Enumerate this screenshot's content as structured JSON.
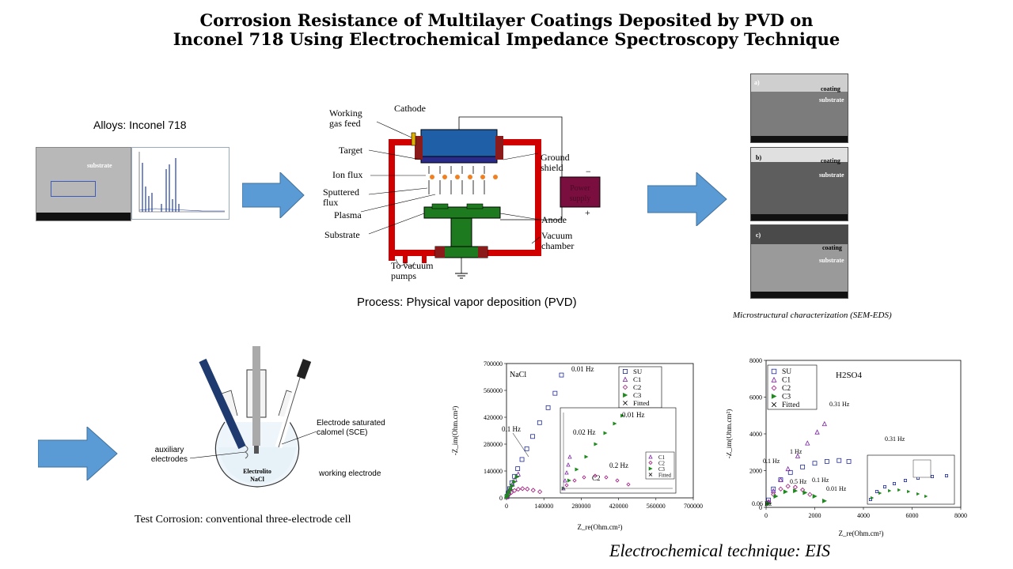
{
  "title": {
    "line1": "Corrosion Resistance of Multilayer Coatings Deposited by PVD on",
    "line2": "Inconel 718 Using Electrochemical Impedance Spectroscopy Technique"
  },
  "alloys": {
    "caption": "Alloys: Inconel 718",
    "sem_label": "substrate"
  },
  "pvd": {
    "caption": "Process: Physical vapor deposition (PVD)",
    "labels": {
      "working_gas": "Working gas feed",
      "cathode": "Cathode",
      "target": "Target",
      "ion_flux": "Ion flux",
      "sputtered_flux": "Sputtered flux",
      "plasma": "Plasma",
      "substrate": "Substrate",
      "ground_shield": "Ground shield",
      "anode": "Anode",
      "vacuum_chamber": "Vacuum chamber",
      "vacuum_pumps": "To vacuum pumps",
      "power_supply": "Power supply",
      "minus": "−",
      "plus": "+"
    }
  },
  "micro": {
    "caption": "Microstructural characterization (SEM-EDS)",
    "panels": [
      {
        "letter": "a)",
        "coating": "coating",
        "substrate": "substrate"
      },
      {
        "letter": "b)",
        "coating": "coating",
        "substrate": "substrate"
      },
      {
        "letter": "c)",
        "coating": "coating",
        "substrate": "substrate"
      }
    ]
  },
  "cell": {
    "caption": "Test Corrosion: conventional three-electrode cell",
    "aux": "auxiliary electrodes",
    "sce": "Electrode saturated calomel (SCE)",
    "working": "working electrode",
    "electrolyte_line1": "Electrolito",
    "electrolyte_line2": "NaCl"
  },
  "eis_caption": "Electrochemical technique: EIS",
  "chart_data": [
    {
      "type": "scatter",
      "title": "NaCl",
      "xlabel": "Z_re(Ohm.cm²)",
      "ylabel": "-Z_im(Ohm.cm²)",
      "xlim": [
        0,
        700000
      ],
      "ylim": [
        0,
        700000
      ],
      "xticks": [
        "0",
        "140000",
        "280000",
        "420000",
        "560000",
        "700000"
      ],
      "yticks": [
        "0",
        "140000",
        "280000",
        "420000",
        "560000",
        "700000"
      ],
      "legend": [
        "SU",
        "C1",
        "C2",
        "C3",
        "Fitted"
      ],
      "legend_position": "top-right",
      "annotations": [
        "0.01 Hz",
        "0.1 Hz"
      ],
      "inset": {
        "legend": [
          "C1",
          "C2",
          "C3",
          "Fitted"
        ],
        "annotations": [
          "0.01 Hz",
          "0.02 Hz",
          "0.2 Hz",
          "C2"
        ]
      },
      "series": [
        {
          "name": "SU",
          "x": [
            2000,
            6000,
            12000,
            20000,
            30000,
            42000,
            58000,
            76000,
            98000,
            124000,
            156000,
            182000,
            206000
          ],
          "y": [
            8000,
            24000,
            48000,
            78000,
            112000,
            152000,
            200000,
            256000,
            320000,
            392000,
            470000,
            545000,
            640000
          ]
        },
        {
          "name": "C1",
          "x": [
            1000,
            4000,
            8000,
            14000,
            22000,
            32000,
            44000
          ],
          "y": [
            6000,
            18000,
            34000,
            52000,
            72000,
            96000,
            124000
          ]
        },
        {
          "name": "C2",
          "x": [
            2000,
            8000,
            18000,
            30000,
            44000,
            60000,
            78000,
            100000,
            125000
          ],
          "y": [
            5000,
            16000,
            28000,
            38000,
            45000,
            48000,
            46000,
            40000,
            32000
          ]
        },
        {
          "name": "C3",
          "x": [
            1000,
            5000,
            10000,
            16000,
            22000,
            30000,
            40000
          ],
          "y": [
            4000,
            14000,
            28000,
            44000,
            62000,
            84000,
            110000
          ]
        }
      ]
    },
    {
      "type": "scatter",
      "title": "H2SO4",
      "xlabel": "Z_re(Ohm.cm²)",
      "ylabel": "-Z_im(Ohm.cm²)",
      "xlim": [
        0,
        8000
      ],
      "ylim": [
        0,
        8000
      ],
      "xticks": [
        "0",
        "2000",
        "4000",
        "6000",
        "8000"
      ],
      "yticks": [
        "0",
        "2000",
        "4000",
        "6000",
        "8000"
      ],
      "legend": [
        "SU",
        "C1",
        "C2",
        "C3",
        "Fitted"
      ],
      "legend_position": "top-left",
      "annotations": [
        "0.31 Hz",
        "0.31 Hz",
        "1 Hz",
        "0.1 Hz",
        "0.5 Hz",
        "0.1 Hz",
        "0.01 Hz",
        "0.06 Hz"
      ],
      "series": [
        {
          "name": "SU",
          "x": [
            100,
            300,
            600,
            1000,
            1500,
            2000,
            2500,
            3000,
            3400
          ],
          "y": [
            400,
            1000,
            1500,
            1900,
            2200,
            2400,
            2500,
            2550,
            2500
          ]
        },
        {
          "name": "C1",
          "x": [
            100,
            300,
            600,
            900,
            1300,
            1700,
            2100,
            2400
          ],
          "y": [
            300,
            900,
            1500,
            2100,
            2800,
            3500,
            4100,
            4550
          ]
        },
        {
          "name": "C2",
          "x": [
            100,
            300,
            600,
            900,
            1200,
            1500,
            1800
          ],
          "y": [
            300,
            700,
            1000,
            1150,
            1100,
            950,
            700
          ]
        },
        {
          "name": "C3",
          "x": [
            100,
            400,
            800,
            1200,
            1600,
            2000,
            2400
          ],
          "y": [
            200,
            600,
            850,
            900,
            800,
            600,
            350
          ]
        }
      ]
    }
  ]
}
